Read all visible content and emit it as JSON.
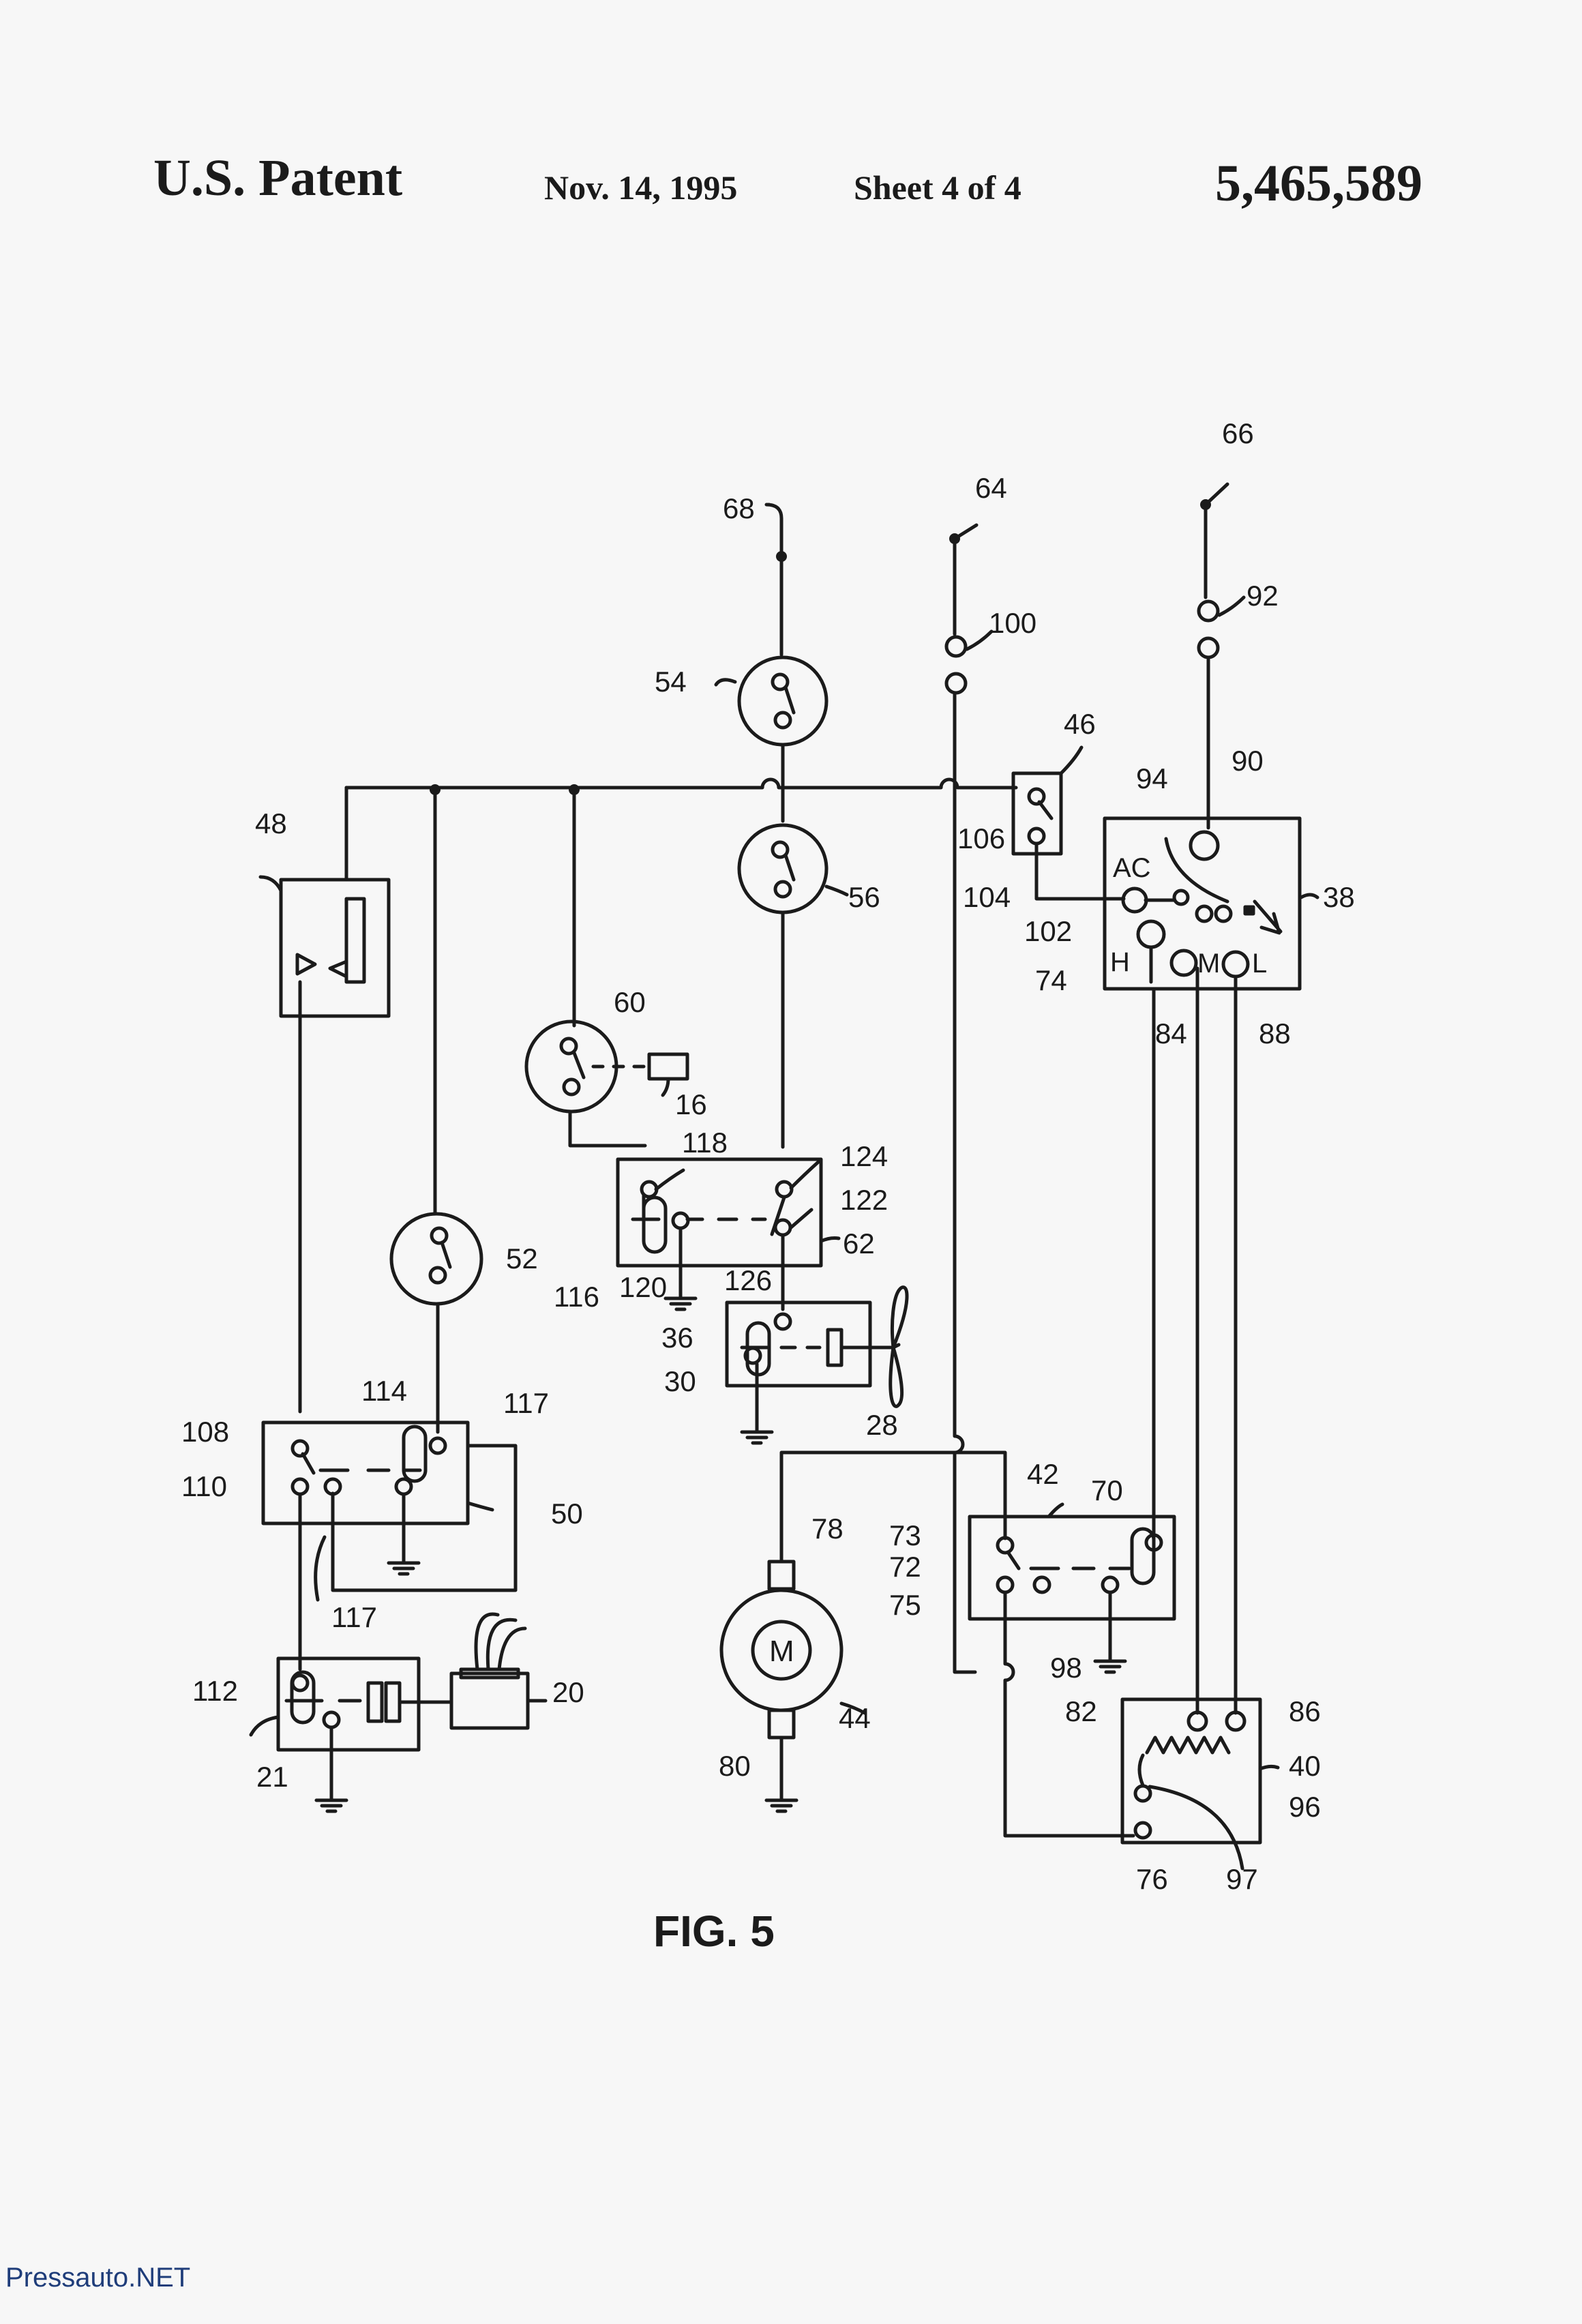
{
  "header": {
    "title": "U.S. Patent",
    "date": "Nov. 14, 1995",
    "sheet": "Sheet 4 of 4",
    "patent_number": "5,465,589"
  },
  "figure": {
    "caption": "FIG. 5",
    "labels": {
      "l68": "68",
      "l64": "64",
      "l66": "66",
      "l100": "100",
      "l92": "92",
      "l54": "54",
      "l46": "46",
      "l94": "94",
      "l90": "90",
      "l106": "106",
      "l104": "104",
      "l48": "48",
      "l56": "56",
      "l38": "38",
      "l102": "102",
      "l74": "74",
      "l84": "84",
      "l88": "88",
      "l60": "60",
      "l16": "16",
      "l118": "118",
      "l124": "124",
      "l122": "122",
      "l62": "62",
      "l116": "116",
      "l120": "120",
      "l126": "126",
      "l52": "52",
      "l36": "36",
      "l30": "30",
      "l28": "28",
      "l114": "114",
      "l117a": "117",
      "l108": "108",
      "l110": "110",
      "l50": "50",
      "l117b": "117",
      "l42": "42",
      "l70": "70",
      "l73": "73",
      "l72": "72",
      "l75": "75",
      "l78": "78",
      "l98": "98",
      "l112": "112",
      "l20": "20",
      "l21": "21",
      "l82": "82",
      "l86": "86",
      "l44": "44",
      "l40": "40",
      "l80": "80",
      "l96": "96",
      "l76": "76",
      "l97": "97"
    },
    "switch_letters": {
      "ac": "AC",
      "h": "H",
      "m": "M",
      "l": "L"
    },
    "motor_letter": "M"
  },
  "watermark": "Pressauto.NET"
}
